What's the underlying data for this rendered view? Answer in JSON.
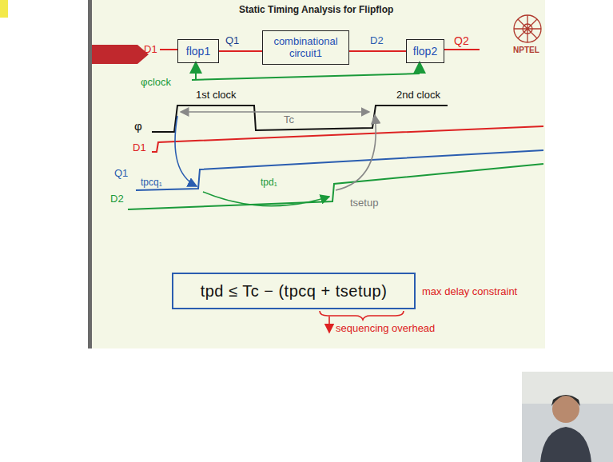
{
  "diagram": {
    "title": "Static Timing Analysis for Flipflop",
    "nodes": [
      {
        "text": [
          "flop1"
        ]
      },
      {
        "text": [
          "combinational circuit1"
        ]
      },
      {
        "text": [
          "flop2"
        ]
      },
      {
        "text": [
          "tpd ≤ Tc − (tpcq + tsetup)"
        ]
      }
    ],
    "edges": [
      {
        "from": 0,
        "to": 1,
        "arrow": "none"
      },
      {
        "from": 1,
        "to": 2,
        "arrow": "none"
      }
    ],
    "labels": [
      "D1",
      "Q1",
      "D2",
      "Q2",
      "φclock",
      "1st clock",
      "2nd clock",
      "Tc",
      "φ",
      "D1",
      "Q1",
      "tpcq₁",
      "tpd₁",
      "tsetup",
      "D2",
      "sequencing overhead",
      "max delay constraint",
      "NPTEL"
    ]
  }
}
